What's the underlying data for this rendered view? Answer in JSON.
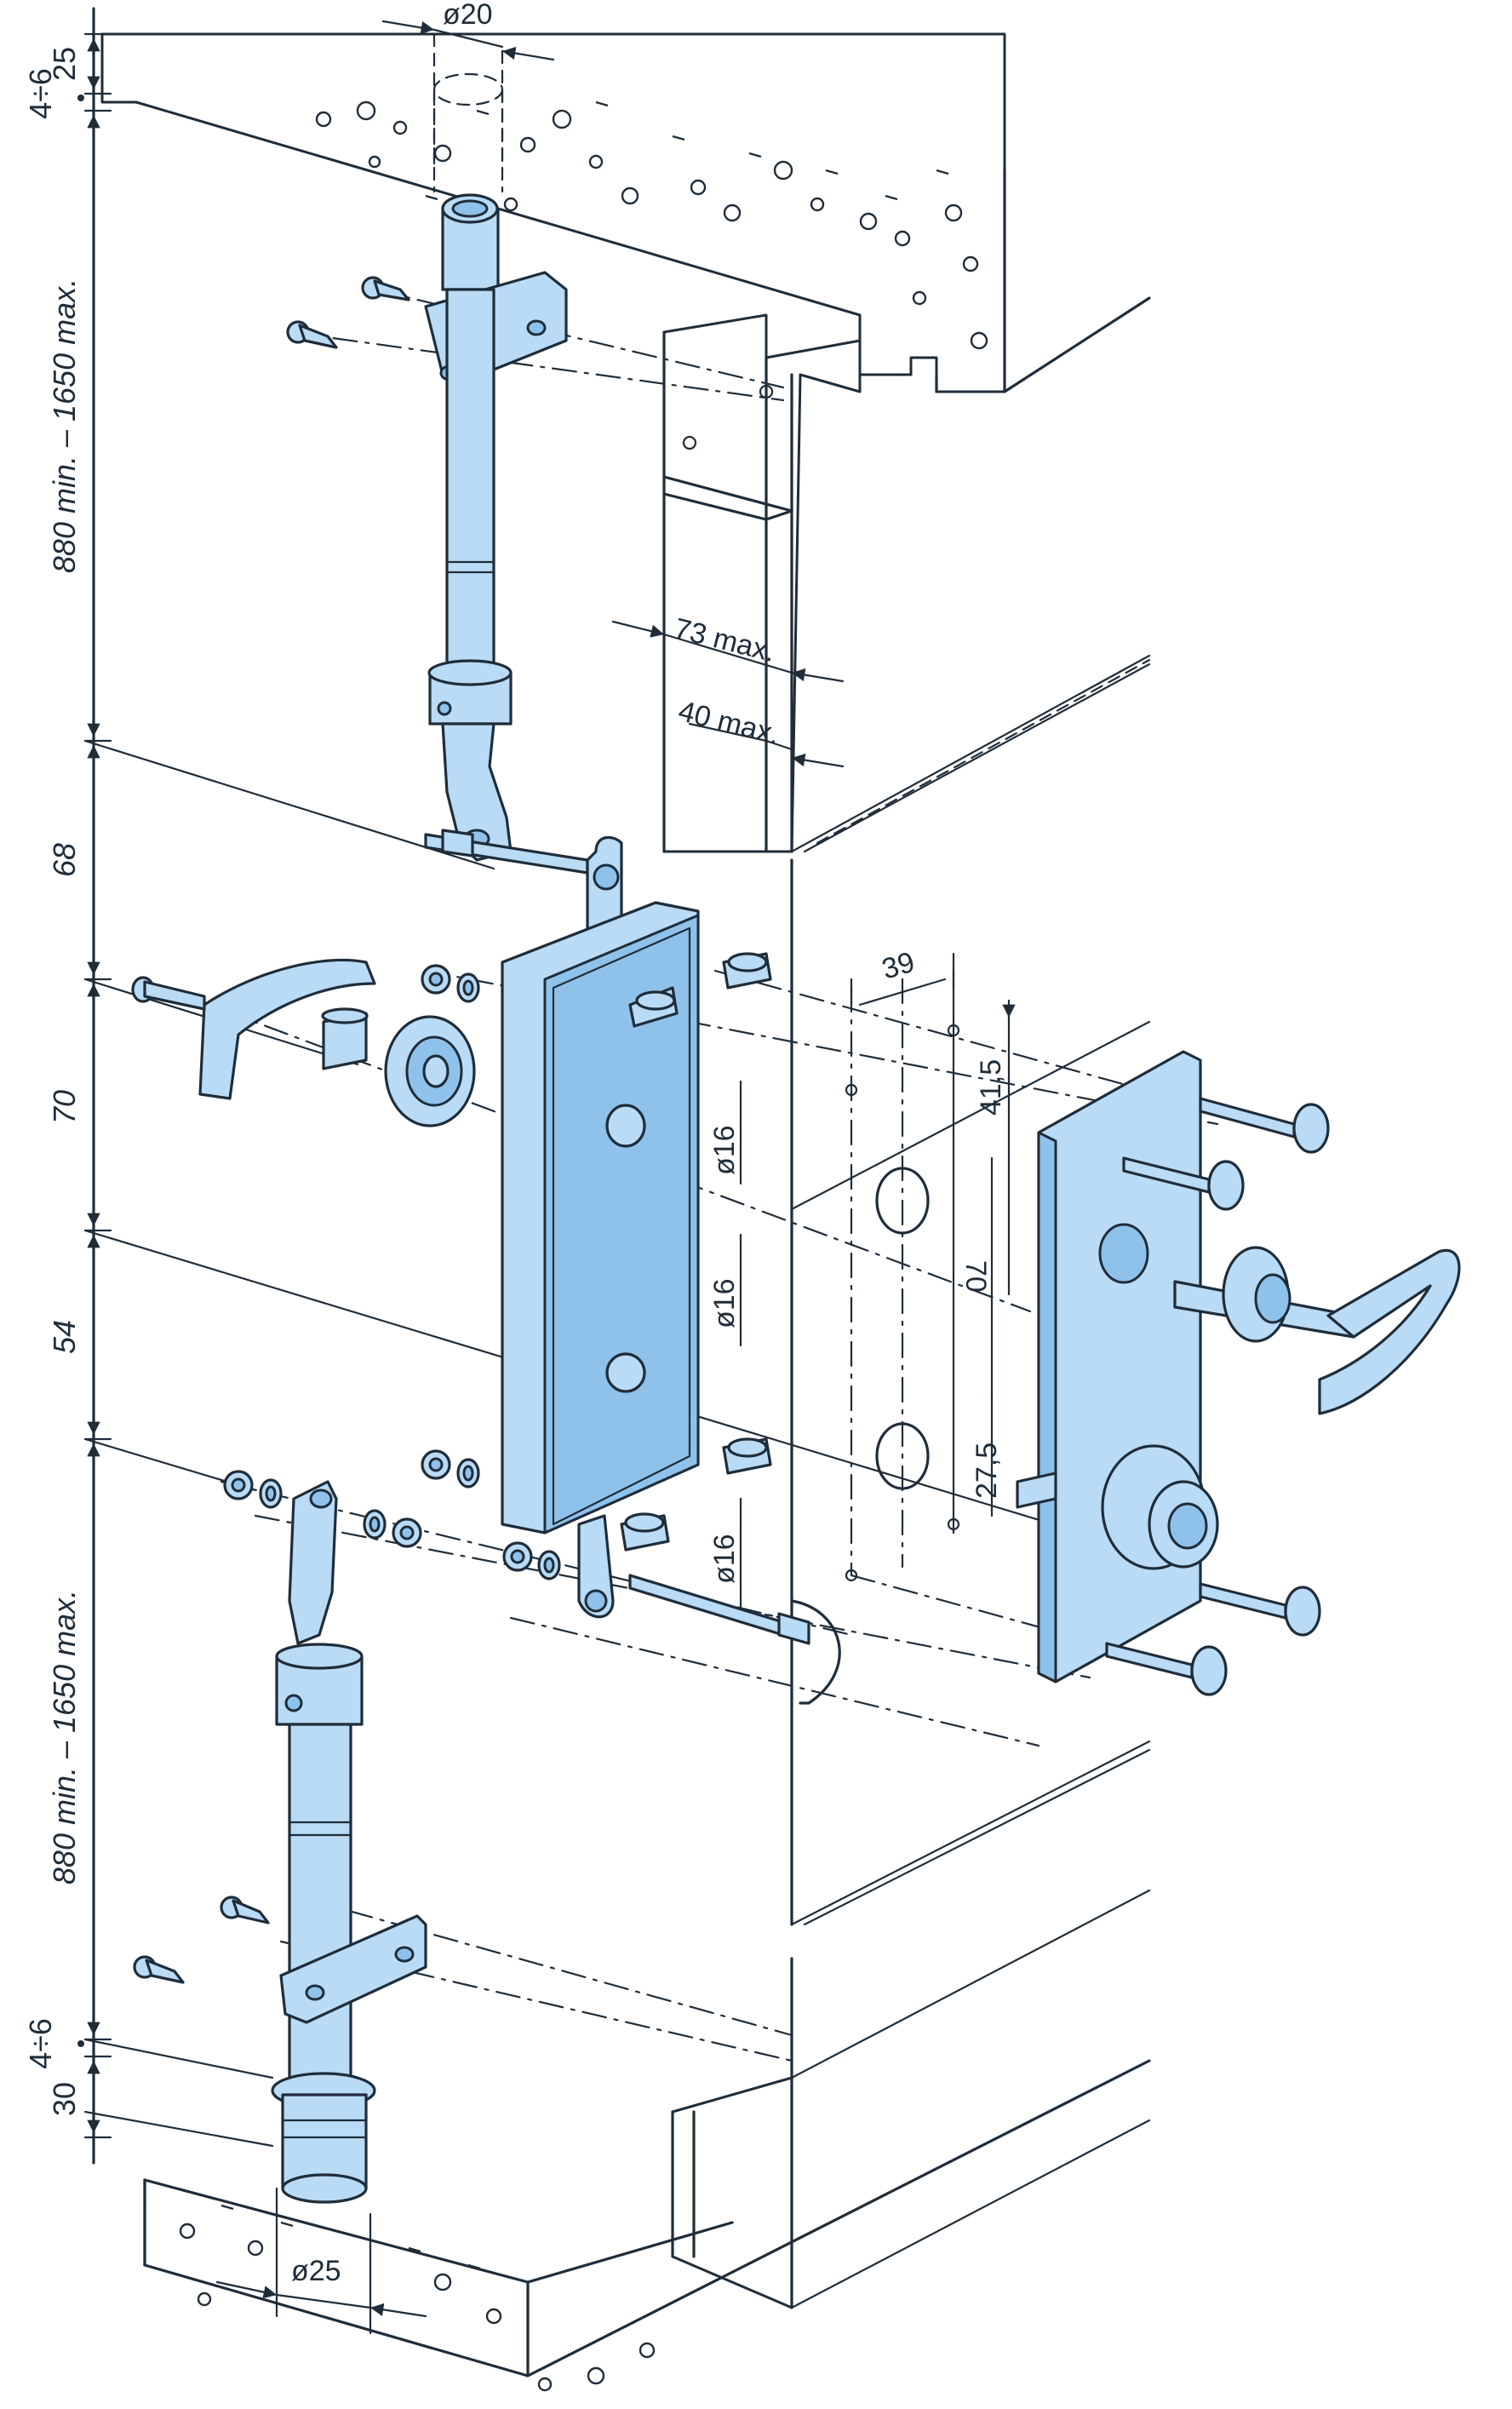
{
  "colors": {
    "part": "#b9dbf5",
    "part_dark": "#8fc2ea",
    "ink": "#1f2d3a"
  },
  "dimensions": {
    "top_rod_diameter": "ø20",
    "bottom_rod_diameter": "ø25",
    "top_gap": "25",
    "top_tolerance": "4÷6",
    "upper_rod_length": "880 min. – 1650 max.",
    "seg_68": "68",
    "seg_70": "70",
    "seg_54": "54",
    "lower_rod_length": "880 min. – 1650 max.",
    "bottom_tolerance": "4÷6",
    "bottom_gap": "30",
    "profile_max": "73 max.",
    "backset_max": "40 max.",
    "spacing_39": "39",
    "hole_41_5": "41,5",
    "hole_70": "70",
    "hole_27_5": "27,5",
    "hole_d16_a": "ø16",
    "hole_d16_b": "ø16",
    "hole_d16_c": "ø16"
  },
  "icons": {
    "lock_body": "lock-case-icon",
    "cylinder": "key-cylinder-icon",
    "handle": "t-handle-icon"
  }
}
